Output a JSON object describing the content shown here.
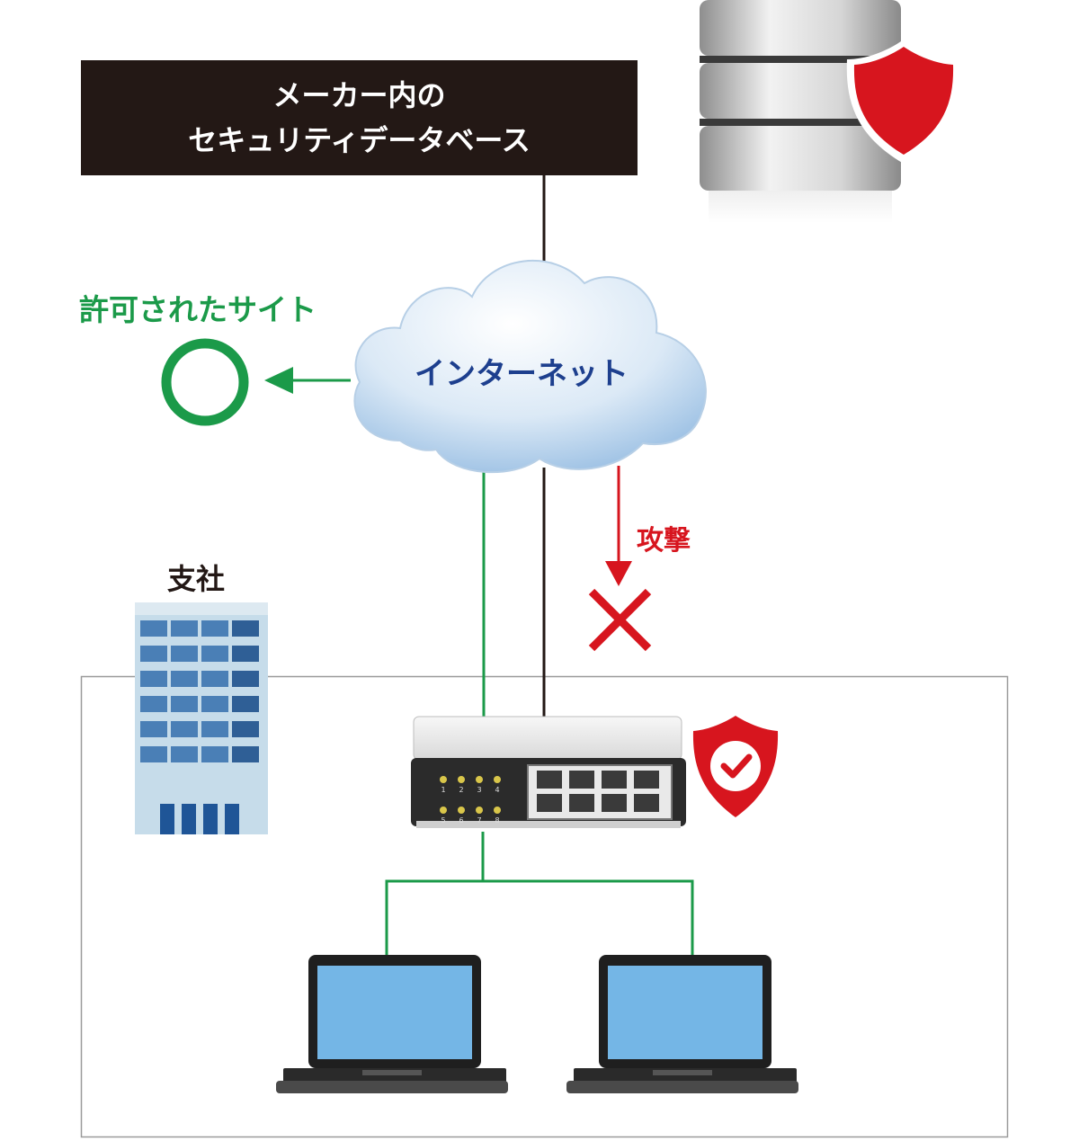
{
  "security_database": {
    "label_line1": "メーカー内の",
    "label_line2": "セキュリティデータベース",
    "server_icon": "database-server-icon",
    "shield_icon": "shield-icon"
  },
  "internet": {
    "label": "インターネット",
    "icon": "cloud-icon"
  },
  "allowed_site": {
    "label": "許可されたサイト",
    "icon": "circle-ok-icon"
  },
  "attack": {
    "label": "攻撃",
    "icon": "cross-block-icon"
  },
  "branch_office": {
    "label": "支社",
    "icon": "office-building-icon"
  },
  "router": {
    "icon": "network-appliance-icon",
    "shield_icon": "shield-check-icon",
    "port_numbers": [
      "1",
      "2",
      "3",
      "4",
      "5",
      "6",
      "7",
      "8"
    ]
  },
  "clients": [
    {
      "icon": "laptop-icon"
    },
    {
      "icon": "laptop-icon"
    }
  ],
  "colors": {
    "allowed": "#1b9a49",
    "attack": "#d7151e",
    "internet_text": "#1d3f8e",
    "dark": "#231815"
  }
}
